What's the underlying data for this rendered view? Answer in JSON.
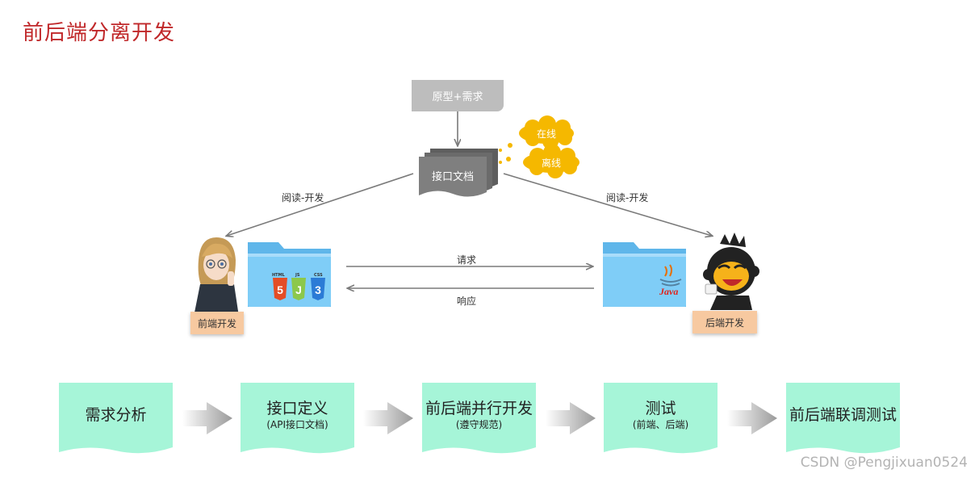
{
  "title": "前后端分离开发",
  "top_box": "原型+需求",
  "doc_label": "接口文档",
  "clouds": {
    "online": "在线",
    "offline": "离线"
  },
  "read_left": "阅读-开发",
  "read_right": "阅读-开发",
  "request_label": "请求",
  "response_label": "响应",
  "frontend_tag": "前端开发",
  "backend_tag": "后端开发",
  "tech_icons": {
    "html": "HTML",
    "js": "JS",
    "css": "CSS",
    "java": "Java"
  },
  "steps": [
    {
      "main": "需求分析",
      "sub": ""
    },
    {
      "main": "接口定义",
      "sub": "(API接口文档)"
    },
    {
      "main": "前后端并行开发",
      "sub": "(遵守规范)"
    },
    {
      "main": "测试",
      "sub": "(前端、后端)"
    },
    {
      "main": "前后端联调测试",
      "sub": ""
    }
  ],
  "watermark": "CSDN @Pengjixuan0524",
  "colors": {
    "title": "#c0282a",
    "step_fill": "#a6f5d8",
    "cloud": "#f5b800",
    "folder": "#7fcdf7",
    "arrow": "#7a7a7a",
    "tag": "#f7c9a0",
    "doc": "#7f7f7f",
    "top_box": "#bdbdbd"
  }
}
